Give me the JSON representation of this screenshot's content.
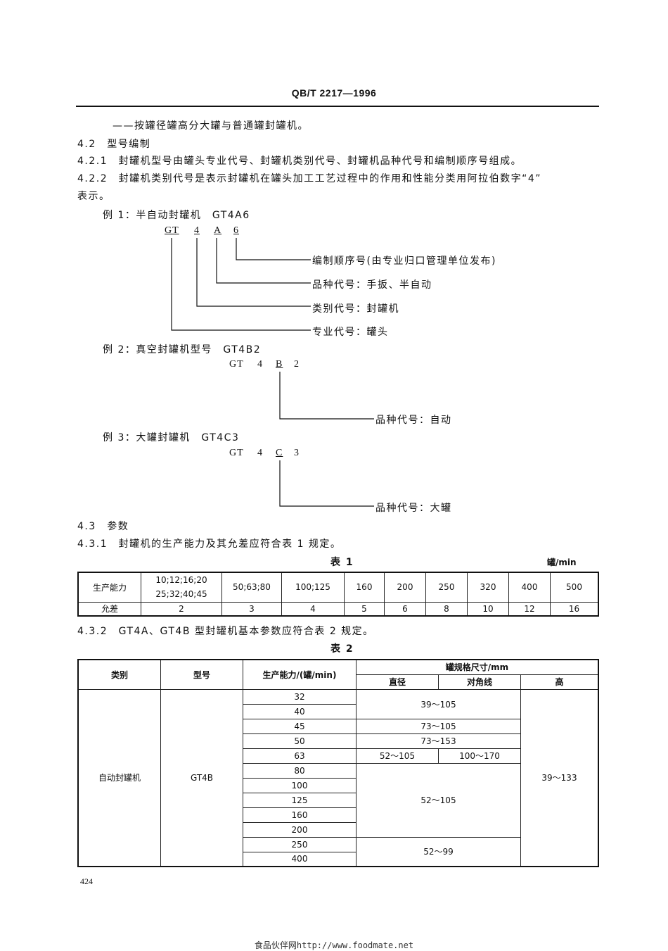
{
  "header": "QB/T 2217—1996",
  "lines": {
    "l1": "——按罐径罐高分大罐与普通罐封罐机。",
    "s42": "4.2　型号编制",
    "s421": "4.2.1　封罐机型号由罐头专业代号、封罐机类别代号、封罐机品种代号和编制顺序号组成。",
    "s422a": "4.2.2　封罐机类别代号是表示封罐机在罐头加工工艺过程中的作用和性能分类用阿拉伯数字“4”",
    "s422b": "表示。"
  },
  "ex1": {
    "title": "例 1：半自动封罐机　GT4A6",
    "code": [
      "GT",
      "4",
      "A",
      "6"
    ],
    "labels": [
      "编制顺序号(由专业归口管理单位发布)",
      "品种代号：手扳、半自动",
      "类别代号：封罐机",
      "专业代号：罐头"
    ]
  },
  "ex2": {
    "title": "例 2：真空封罐机型号　GT4B2",
    "code": [
      "GT",
      "4",
      "B",
      "2"
    ],
    "label": "品种代号：自动"
  },
  "ex3": {
    "title": "例 3：大罐封罐机　GT4C3",
    "code": [
      "GT",
      "4",
      "C",
      "3"
    ],
    "label": "品种代号：大罐"
  },
  "s43": "4.3　参数",
  "s431": "4.3.1　封罐机的生产能力及其允差应符合表 1 规定。",
  "table1": {
    "caption": "表 1",
    "unit": "罐/min",
    "row1_head": "生产能力",
    "row1_first_a": "10;12;16;20",
    "row1_first_b": "25;32;40;45",
    "row1": [
      "50;63;80",
      "100;125",
      "160",
      "200",
      "250",
      "320",
      "400",
      "500"
    ],
    "row2_head": "允差",
    "row2": [
      "2",
      "3",
      "4",
      "5",
      "6",
      "8",
      "10",
      "12",
      "16"
    ]
  },
  "s432": "4.3.2　GT4A、GT4B 型封罐机基本参数应符合表 2 规定。",
  "table2": {
    "caption": "表 2",
    "h_category": "类别",
    "h_model": "型号",
    "h_capacity": "生产能力/(罐/min)",
    "h_size": "罐规格尺寸/mm",
    "h_diameter": "直径",
    "h_diagonal": "对角线",
    "h_height": "高",
    "category": "自动封罐机",
    "model": "GT4B",
    "capacities": [
      "32",
      "40",
      "45",
      "50",
      "63",
      "80",
      "100",
      "125",
      "160",
      "200",
      "250",
      "400"
    ],
    "d_32_40": "39～105",
    "d_45": "73～105",
    "d_50": "73～153",
    "d_63_diameter": "52～105",
    "d_63_diagonal": "100～170",
    "d_80_200": "52～105",
    "d_250_400": "52～99",
    "height": "39～133"
  },
  "page_number": "424",
  "footer": "食品伙伴网http://www.foodmate.net"
}
